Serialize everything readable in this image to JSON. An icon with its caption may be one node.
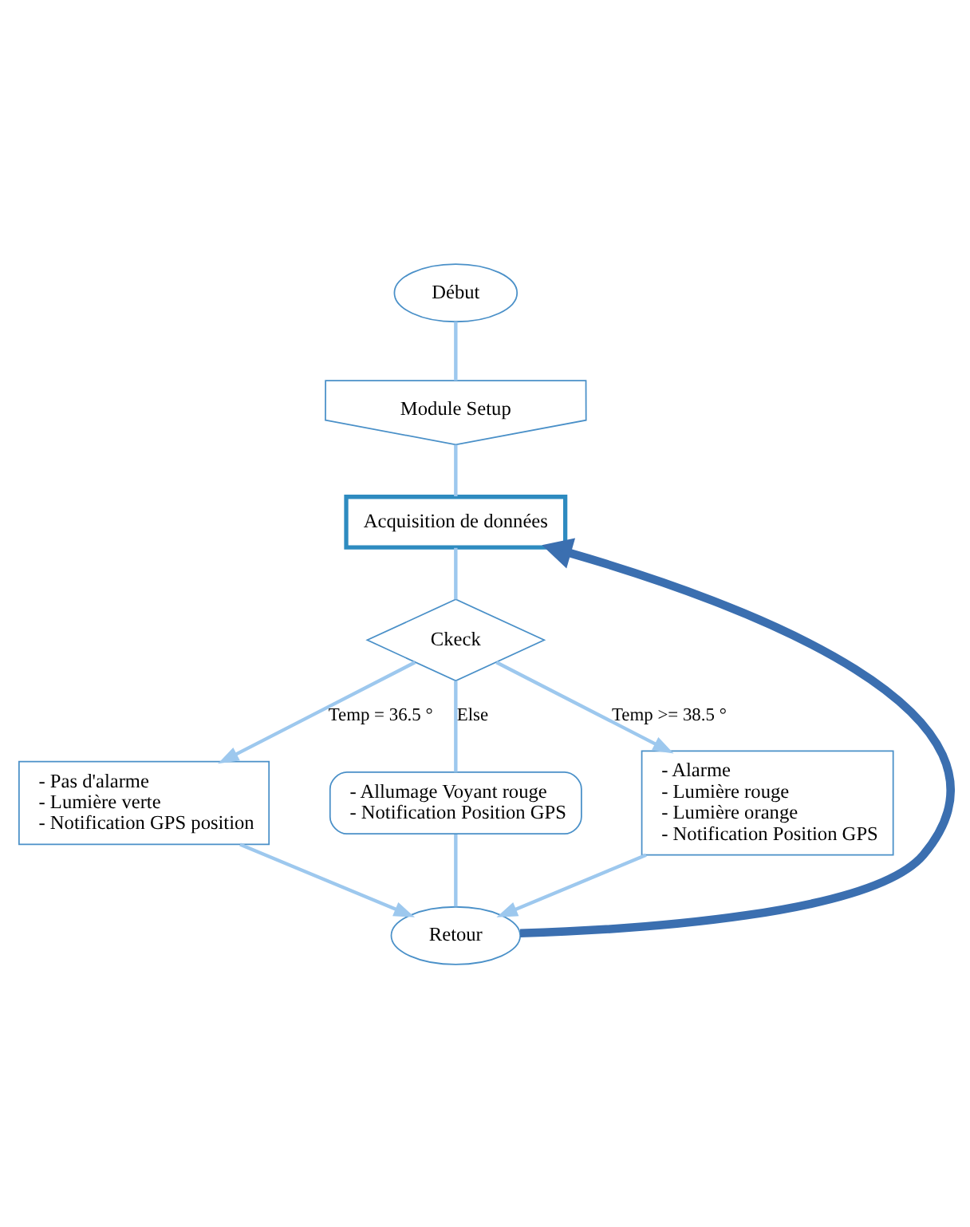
{
  "diagram": {
    "nodes": [
      {
        "text": [
          "Début"
        ]
      },
      {
        "text": [
          "Module Setup"
        ]
      },
      {
        "text": [
          "Acquisition de données"
        ]
      },
      {
        "text": [
          "Ckeck"
        ]
      },
      {
        "text": [
          "- Pas d'alarme",
          "- Lumière verte",
          "- Notification GPS position"
        ]
      },
      {
        "text": [
          "- Allumage Voyant rouge",
          "- Notification Position GPS"
        ]
      },
      {
        "text": [
          "- Alarme",
          "- Lumière rouge",
          "- Lumière orange",
          "- Notification Position GPS"
        ]
      },
      {
        "text": [
          "Retour"
        ]
      }
    ],
    "edges": [
      {
        "from": 0,
        "to": 1,
        "arrow": "none"
      },
      {
        "from": 1,
        "to": 2,
        "arrow": "none"
      },
      {
        "from": 2,
        "to": 3,
        "arrow": "none"
      },
      {
        "from": 3,
        "to": 4,
        "arrow": "to",
        "label": "Temp = 36.5 °"
      },
      {
        "from": 3,
        "to": 5,
        "arrow": "none",
        "label": "Else"
      },
      {
        "from": 3,
        "to": 6,
        "arrow": "to",
        "label": "Temp >= 38.5 °"
      },
      {
        "from": 4,
        "to": 7,
        "arrow": "to"
      },
      {
        "from": 5,
        "to": 7,
        "arrow": "none"
      },
      {
        "from": 6,
        "to": 7,
        "arrow": "to"
      },
      {
        "from": 7,
        "to": 2,
        "arrow": "to",
        "style": "thick",
        "color": "#3b6fb0"
      }
    ]
  }
}
